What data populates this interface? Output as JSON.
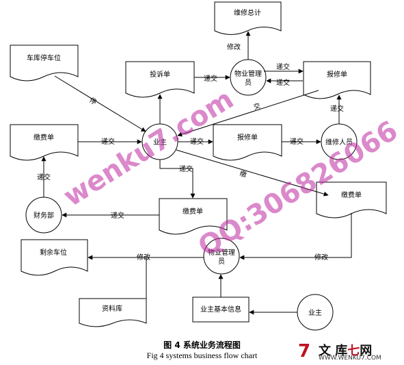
{
  "nodes": {
    "repair_stats": "维修总计",
    "parking": "车库停车位",
    "complaint": "投诉单",
    "pm_top_l1": "物业管理",
    "pm_top_l2": "员",
    "repair_form_top": "报修单",
    "payment_left": "缴费单",
    "owner_center": "业主",
    "repair_form_mid": "报修单",
    "maintainer": "维修人员",
    "finance": "财务部",
    "payment_center": "缴费单",
    "payment_right": "缴费单",
    "remaining_spaces": "剩余车位",
    "pm_bottom_l1": "物业管理",
    "pm_bottom_l2": "员",
    "database": "资料库",
    "owner_info": "业主基本信息",
    "owner_bottom": "业主"
  },
  "edges": {
    "modify_stats": "修改",
    "submit_complaint": "递交",
    "submit_pm_repair": "递交",
    "submit_repair_pm": "递交",
    "submit_repair_owner": "交",
    "park_owner": "停",
    "submit_payment_left": "递交",
    "submit_owner_repair": "递交",
    "submit_repair_maint": "递交",
    "submit_maint_repair": "递交",
    "submit_owner_down": "递交",
    "submit_finance": "递交",
    "submit_center_finance": "递交",
    "owner_payment_right": "缴",
    "modify_left": "修改",
    "modify_right": "修改"
  },
  "caption": {
    "zh": "图 4 系统业务流程图",
    "en": "Fig 4 systems business flow chart"
  },
  "watermarks": {
    "site": "wenku7.com",
    "qq": "QQ:306826066"
  },
  "logo": {
    "brand_prefix": "文 库",
    "brand_seven": "七",
    "brand_suffix": "网",
    "url": "WWW.WENKU7.COM"
  },
  "colors": {
    "stroke": "#000000",
    "watermark": "#be28a0",
    "logo_red": "#c0121f"
  }
}
